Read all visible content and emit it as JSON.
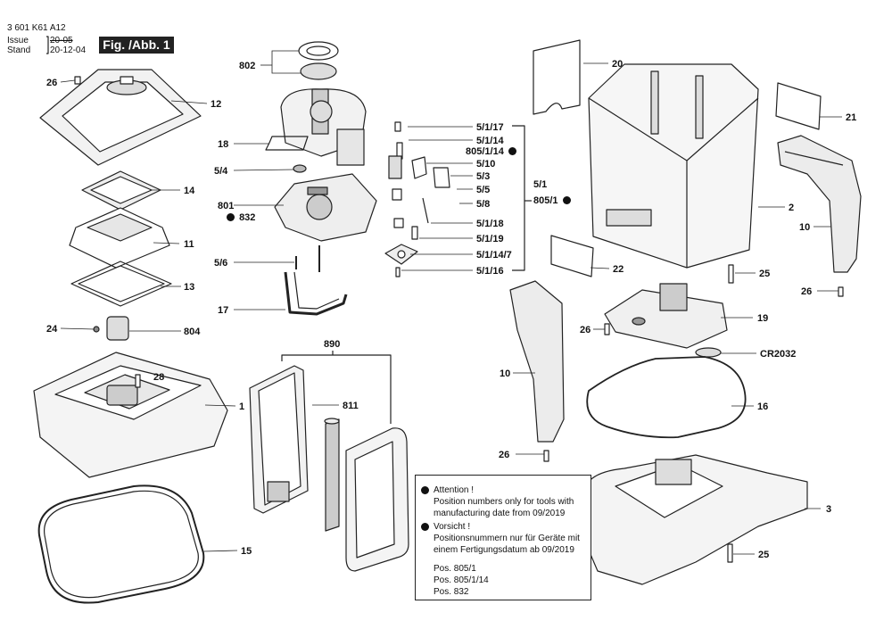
{
  "header": {
    "part_number": "3 601 K61 A12",
    "issue_label": "Issue",
    "issue_value": "20-05",
    "stand_label": "Stand",
    "stand_value": "20-12-04",
    "figure_label": "Fig. /Abb. 1"
  },
  "labels": {
    "l26a": "26",
    "l12": "12",
    "l14": "14",
    "l11": "11",
    "l13": "13",
    "l24": "24",
    "l804": "804",
    "l28": "28",
    "l1": "1",
    "l15": "15",
    "l802": "802",
    "l18": "18",
    "l54": "5/4",
    "l801": "801",
    "l832": "832",
    "l56": "5/6",
    "l17": "17",
    "l890": "890",
    "l811": "811",
    "l5117": "5/1/17",
    "l5114": "5/1/14",
    "l805114": "805/1/14",
    "l510": "5/10",
    "l53": "5/3",
    "l55": "5/5",
    "l58": "5/8",
    "l5118": "5/1/18",
    "l5119": "5/1/19",
    "l51147": "5/1/14/7",
    "l5116": "5/1/16",
    "l51": "5/1",
    "l8051": "805/1",
    "l20": "20",
    "l21": "21",
    "l2": "2",
    "l10a": "10",
    "l25a": "25",
    "l26b": "26",
    "l22": "22",
    "l19": "19",
    "l26c": "26",
    "lcr": "CR2032",
    "l10b": "10",
    "l16": "16",
    "l26d": "26",
    "l3": "3",
    "l25b": "25"
  },
  "notice": {
    "attention_title": "Attention !",
    "attention_text1": "Position numbers only for tools with",
    "attention_text2": "manufacturing date from 09/2019",
    "vorsicht_title": "Vorsicht !",
    "vorsicht_text1": "Positionsnummern nur für Geräte mit",
    "vorsicht_text2": "einem Fertigungsdatum ab 09/2019",
    "pos1": "Pos. 805/1",
    "pos2": "Pos. 805/1/14",
    "pos3": "Pos. 832"
  }
}
